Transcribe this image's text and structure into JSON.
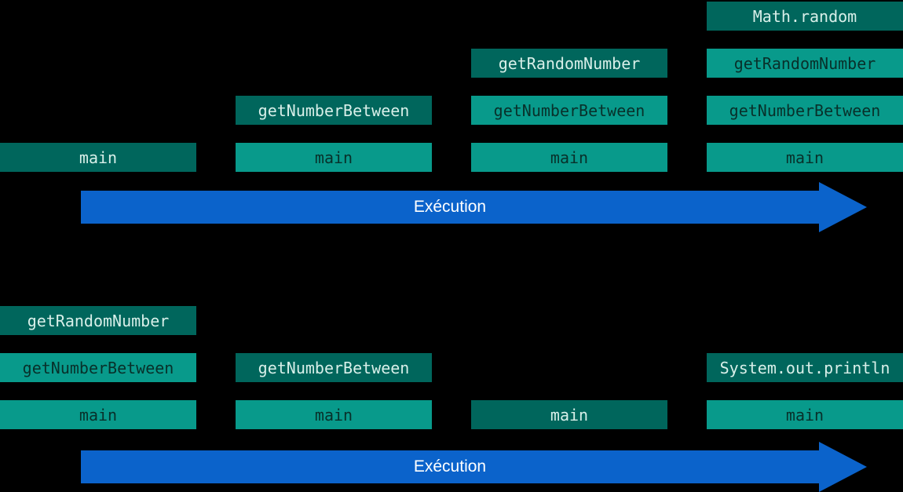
{
  "colors": {
    "background": "#000000",
    "frame_active": "#00665c",
    "frame_active_text": "#d8efe9",
    "frame_rest": "#089a8b",
    "frame_rest_text": "#08302a",
    "arrow": "#0b63cb",
    "arrow_text": "#ffffff"
  },
  "charts": [
    {
      "name": "call-stack-growing",
      "arrow_label": "Exécution",
      "stacks": [
        {
          "frames": [
            "main"
          ]
        },
        {
          "frames": [
            "getNumberBetween",
            "main"
          ]
        },
        {
          "frames": [
            "getRandomNumber",
            "getNumberBetween",
            "main"
          ]
        },
        {
          "frames": [
            "Math.random",
            "getRandomNumber",
            "getNumberBetween",
            "main"
          ]
        }
      ]
    },
    {
      "name": "call-stack-shrinking",
      "arrow_label": "Exécution",
      "stacks": [
        {
          "frames": [
            "getRandomNumber",
            "getNumberBetween",
            "main"
          ]
        },
        {
          "frames": [
            "getNumberBetween",
            "main"
          ]
        },
        {
          "frames": [
            "main"
          ]
        },
        {
          "frames": [
            "System.out.println",
            "main"
          ]
        }
      ]
    }
  ]
}
